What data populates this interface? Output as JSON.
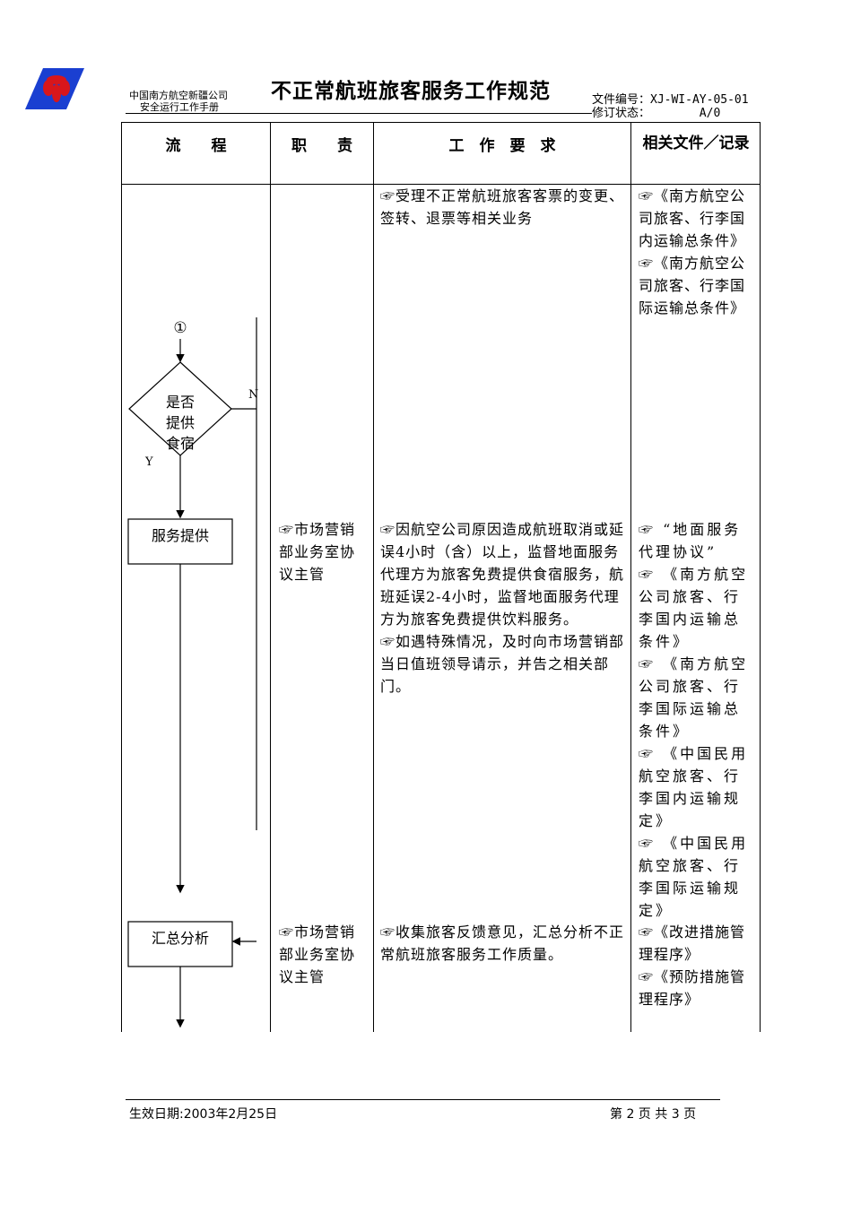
{
  "header": {
    "company_name": "中国南方航空新疆公司",
    "manual_name": "安全运行工作手册",
    "title": "不正常航班旅客服务工作规范",
    "doc_no": "文件编号：XJ-WI-AY-05-01",
    "revision": "修订状态：       A/0"
  },
  "table": {
    "headers": {
      "flow": "流　　程",
      "role": "职　　责",
      "requirement": "工　作　要　求",
      "docs": "相关文件／记录"
    }
  },
  "flowchart": {
    "connector": "①",
    "decision": "是否提供食宿",
    "no_label": "N",
    "yes_label": "Y",
    "box_service": "服务提供",
    "box_summary": "汇总分析"
  },
  "rows": [
    {
      "role": "",
      "requirements": [
        "☞受理不正常航班旅客客票的变更、签转、退票等相关业务"
      ],
      "docs": [
        "☞《南方航空公司旅客、行李国内运输总条件》",
        "☞《南方航空公司旅客、行李国际运输总条件》"
      ]
    },
    {
      "role": "☞市场营销部业务室协议主管",
      "requirements": [
        "☞因航空公司原因造成航班取消或延误4小时（含）以上，监督地面服务代理方为旅客免费提供食宿服务，航班延误2-4小时，监督地面服务代理方为旅客免费提供饮料服务。",
        "☞如遇特殊情况，及时向市场营销部当日值班领导请示，并告之相关部门。"
      ],
      "docs": [
        "☞ “地面服务代理协议”",
        "☞ 《南方航空公司旅客、行李国内运输总条件》",
        "☞ 《南方航空公司旅客、行李国际运输总条件》",
        "☞ 《中国民用航空旅客、行李国内运输规定》",
        "☞ 《中国民用航空旅客、行李国际运输规定》"
      ]
    },
    {
      "role": "☞市场营销部业务室协议主管",
      "requirements": [
        "☞收集旅客反馈意见，汇总分析不正常航班旅客服务工作质量。"
      ],
      "docs": [
        "☞《改进措施管理程序》",
        "☞《预防措施管理程序》"
      ]
    }
  ],
  "footer": {
    "effective_date": "生效日期:2003年2月25日",
    "page": "第 2 页 共 3 页"
  },
  "colors": {
    "logo_blue": "#1a3fd1",
    "logo_red": "#d8161b"
  }
}
